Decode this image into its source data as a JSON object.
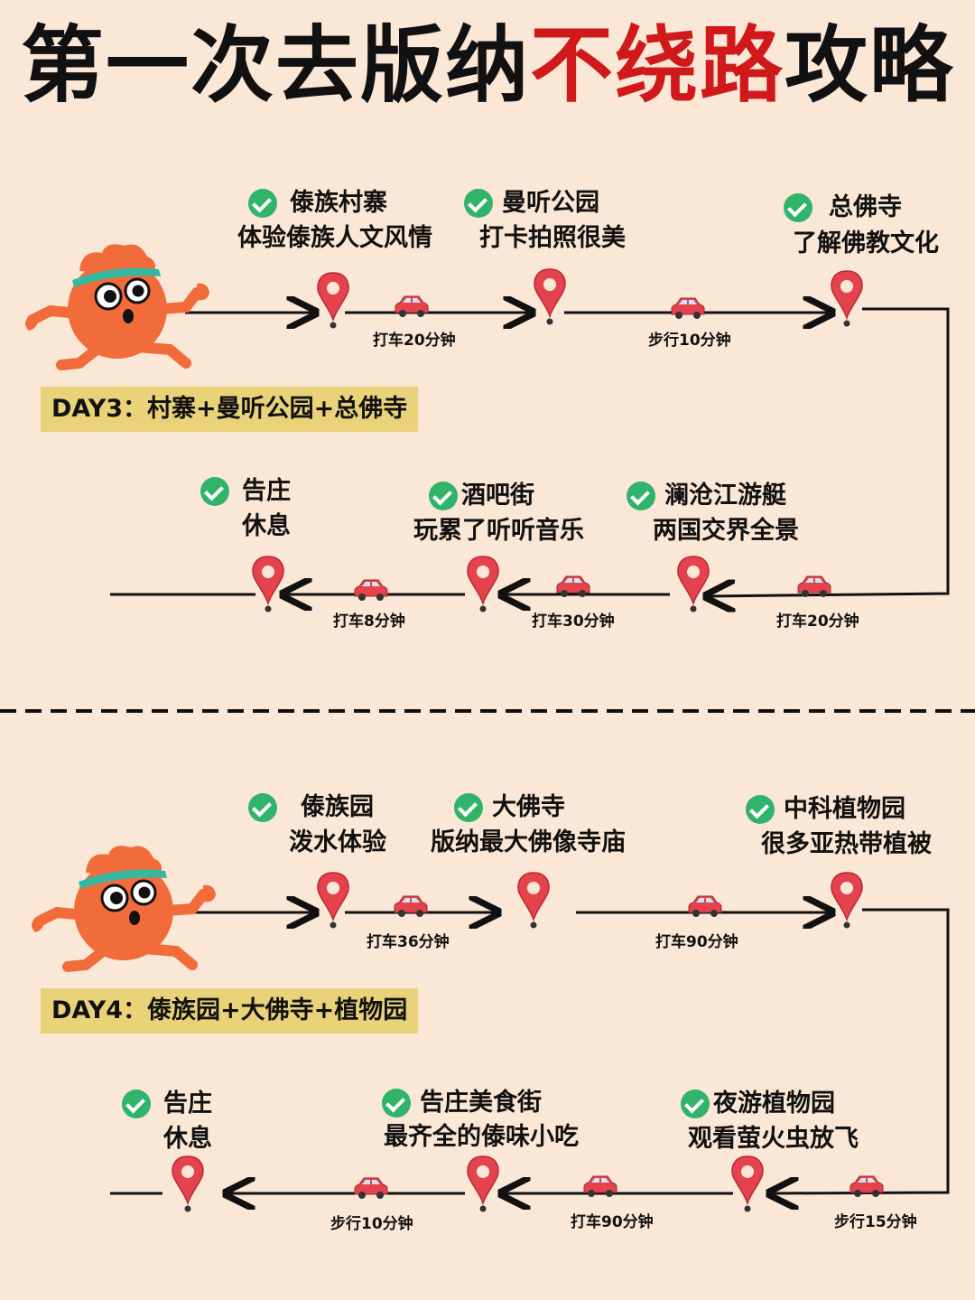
{
  "title": {
    "part1": "第一次去版纳",
    "part2": "不绕路",
    "part3": "攻略"
  },
  "colors": {
    "background": "#fbe7d6",
    "accent_red": "#d0191a",
    "check_green": "#2fb46a",
    "tag_yellow": "#ead279",
    "pin_red": "#e4434e",
    "mascot_orange": "#f26b3a"
  },
  "day3": {
    "tag": "DAY3：村寨+曼听公园+总佛寺",
    "stops": [
      {
        "name": "傣族村寨",
        "desc": "体验傣族人文风情"
      },
      {
        "name": "曼听公园",
        "desc": "打卡拍照很美"
      },
      {
        "name": "总佛寺",
        "desc": "了解佛教文化"
      },
      {
        "name": "澜沧江游艇",
        "desc": "两国交界全景"
      },
      {
        "name": "酒吧街",
        "desc": "玩累了听听音乐"
      },
      {
        "name": "告庄",
        "desc": "休息"
      }
    ],
    "segments": [
      "打车20分钟",
      "步行10分钟",
      "打车20分钟",
      "打车30分钟",
      "打车8分钟"
    ]
  },
  "day4": {
    "tag": "DAY4：傣族园+大佛寺+植物园",
    "stops": [
      {
        "name": "傣族园",
        "desc": "泼水体验"
      },
      {
        "name": "大佛寺",
        "desc": "版纳最大佛像寺庙"
      },
      {
        "name": "中科植物园",
        "desc": "很多亚热带植被"
      },
      {
        "name": "夜游植物园",
        "desc": "观看萤火虫放飞"
      },
      {
        "name": "告庄美食街",
        "desc": "最齐全的傣味小吃"
      },
      {
        "name": "告庄",
        "desc": "休息"
      }
    ],
    "segments": [
      "打车36分钟",
      "打车90分钟",
      "步行15分钟",
      "打车90分钟",
      "步行10分钟"
    ]
  },
  "icons": {
    "check": "check-circle-icon",
    "pin": "map-pin-icon",
    "car": "car-icon",
    "mascot": "running-mascot"
  }
}
